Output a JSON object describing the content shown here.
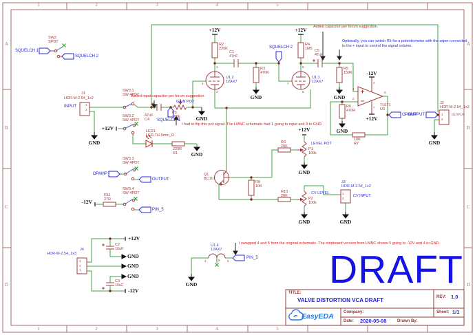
{
  "frame": {
    "cols": [
      "1",
      "2",
      "3",
      "4",
      "5"
    ],
    "rows": [
      "A",
      "B",
      "C",
      "D"
    ]
  },
  "watermark": "DRAFT",
  "title_block": {
    "title_label": "TITLE:",
    "title": "VALVE DISTORTION VCA DRAFT",
    "rev_label": "REV:",
    "rev": "1.0",
    "company_label": "Company:",
    "sheet_label": "Sheet:",
    "sheet": "1/1",
    "date_label": "Date:",
    "date": "2020-05-08",
    "drawn_label": "Drawn By:",
    "logo_text": "EasyEDA"
  },
  "power": {
    "p12": "+12V",
    "n12": "-12V",
    "gnd": "GND"
  },
  "nets": {
    "squelch1": "SQUELCH 1",
    "squelch2": "SQUELCH 2",
    "input": "INPUT",
    "output": "OUTPUT",
    "opamp": "OPAMP",
    "pin5": "PIN_5",
    "cv_input": "CV INPUT",
    "gain_pot": "GAIN POT",
    "level_pot": "LEVEL POT",
    "cv_level": "CV LEVEL"
  },
  "annotations": {
    "added_cap": "Added capacitor per forum suggestion.",
    "optional_r5_line1": "Optionally, you can switch R5 for a potentiometer with the wiper connected",
    "optional_r5_line2": "to the + input to control the signal volume.",
    "added_input_cap": "Added input capacitor per forum suggestion.",
    "flip_pot": "I had to flip this pot signal. The LMNC schematic had 1 going to input and 3 to GND.",
    "swap_4_5": "I swapped 4 and 5 from the original schematic. The stripboard version from LMNC shows 5 going to -12V and 4 to GND."
  },
  "components": {
    "sw2": {
      "ref": "SW2",
      "val": "SPDT"
    },
    "j1": {
      "ref": "J1",
      "val": "HDR-M-2.54_1x2"
    },
    "sw31": {
      "ref": "SW3.1",
      "val": "SW 4PDT"
    },
    "sw32": {
      "ref": "SW3.2",
      "val": "SW 4PDT"
    },
    "sw33": {
      "ref": "SW3.3",
      "val": "SW 4PDT"
    },
    "sw34": {
      "ref": "SW3.4",
      "val": "SW 4PDT"
    },
    "c4": {
      "ref": "C4",
      "val": "47uF"
    },
    "p3": {
      "ref": "P3",
      "val": "100k"
    },
    "led1": {
      "ref": "LED1",
      "val": "LED-TH-5mm_R"
    },
    "r1": {
      "ref": "R1",
      "val": "220R"
    },
    "r11": {
      "ref": "R11",
      "val": "27R"
    },
    "r2": {
      "ref": "R2",
      "val": "220K"
    },
    "c1": {
      "ref": "C1",
      "val": "47nF"
    },
    "r3": {
      "ref": "R3",
      "val": "470K"
    },
    "u12": {
      "ref": "U1.2",
      "val": "12AX7"
    },
    "u13": {
      "ref": "U1.3",
      "val": "12AX7"
    },
    "u14": {
      "ref": "U1.4",
      "val": "12AX7"
    },
    "r4": {
      "ref": "R4",
      "val": "1M5"
    },
    "c5": {
      "ref": "C5",
      "val": "47uF"
    },
    "r5": {
      "ref": "R5",
      "val": "150K"
    },
    "u3": {
      "ref": "U3",
      "val": "TL071"
    },
    "r6": {
      "ref": "R6",
      "val": "470R"
    },
    "r7": {
      "ref": "R7",
      "val": "10K"
    },
    "j2": {
      "ref": "J2",
      "val": "HDR-M-2.54_1x2",
      "pin_label": "OUTPUT"
    },
    "q1": {
      "ref": "Q1",
      "val": "BC107"
    },
    "r8": {
      "ref": "R8",
      "val": "10K"
    },
    "r9": {
      "ref": "R9",
      "val": "20K"
    },
    "r10": {
      "ref": "R10",
      "val": "20K"
    },
    "p1": {
      "ref": "P1",
      "val": "100k"
    },
    "p2": {
      "ref": "P2",
      "val": "100k"
    },
    "j3": {
      "ref": "J3",
      "val": "HDR-M-2.54_1x2"
    },
    "j4": {
      "ref": "J4",
      "val": "HDR-M-2.54_1x3"
    },
    "c2": {
      "ref": "C2",
      "val": "10uF"
    },
    "c3": {
      "ref": "C3",
      "val": "10uF"
    }
  },
  "pins": {
    "n1": "1",
    "n2": "2",
    "n3": "3",
    "n4": "4",
    "n5": "5",
    "n6": "6",
    "n7": "7",
    "n8": "8",
    "n9": "9"
  },
  "colors": {
    "wire": "#3fa03f",
    "symbol": "#a03c3c",
    "net_blue": "#2626d8",
    "annotation_red": "#d42020",
    "annotation_blue": "#2828d8",
    "frame": "#aa6b6b",
    "watermark": "#1512e6",
    "logo_blue": "#2577e4",
    "gnd_black": "#111111"
  }
}
